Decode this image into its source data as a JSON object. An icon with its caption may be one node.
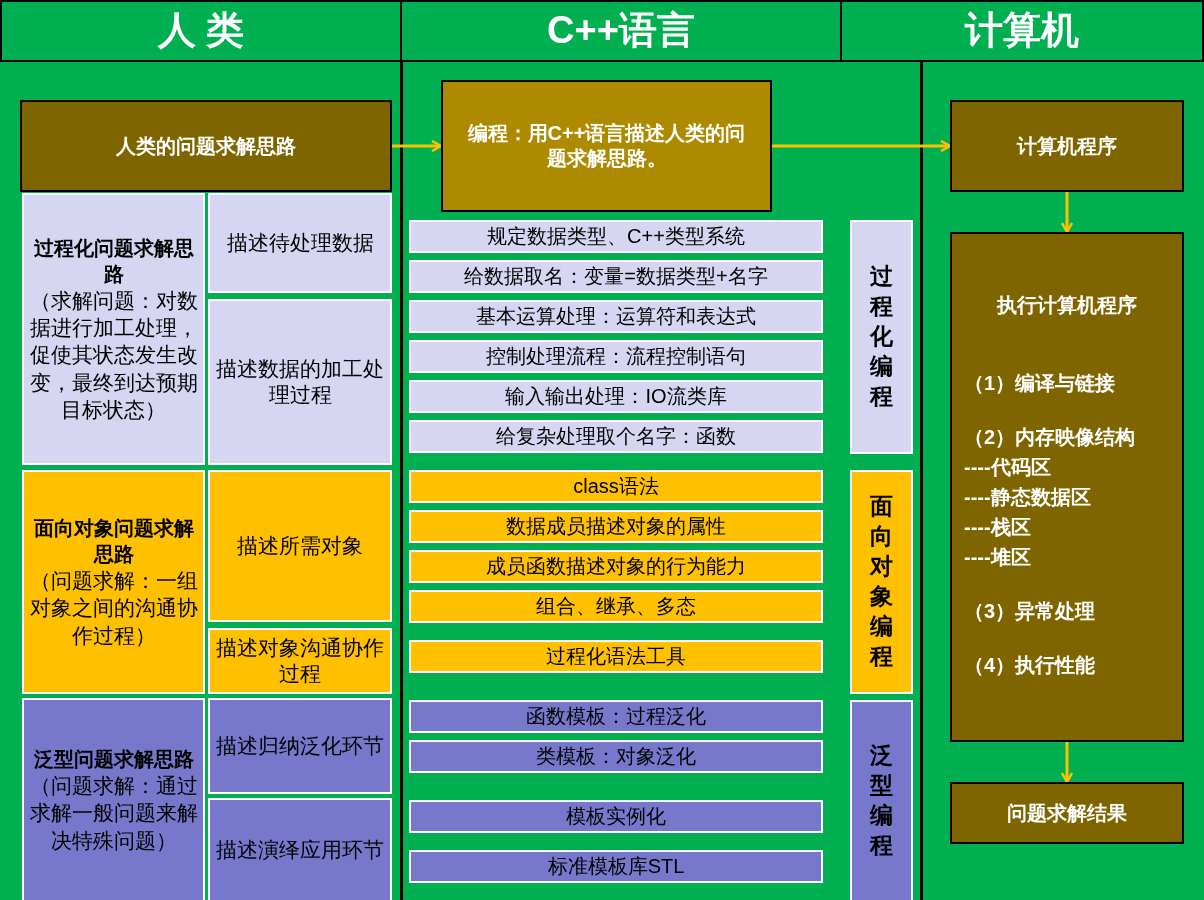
{
  "diagram": {
    "nodes": [
      {
        "text": [
          "人 类"
        ]
      },
      {
        "text": [
          "C++语言"
        ]
      },
      {
        "text": [
          "计算机"
        ]
      },
      {
        "text": [
          "人类的问题求解思路"
        ]
      },
      {
        "text": [
          "编程：用C++语言描述人类的问题求解思路。"
        ]
      },
      {
        "text": [
          "计算机程序"
        ]
      },
      {
        "text": [
          "执行计算机程序",
          "（1）编译与链接",
          "（2）内存映像结构",
          "----代码区",
          "----静态数据区",
          "----栈区",
          "----堆区",
          "（3）异常处理",
          "（4）执行性能"
        ]
      },
      {
        "text": [
          "问题求解结果"
        ]
      },
      {
        "text": [
          "过程化问题求解思路",
          "（求解问题：对数据进行加工处理，促使其状态发生改变，最终到达预期目标状态）"
        ]
      },
      {
        "text": [
          "描述待处理数据"
        ]
      },
      {
        "text": [
          "描述数据的加工处理过程"
        ]
      },
      {
        "text": [
          "面向对象问题求解思路",
          "（问题求解：一组对象之间的沟通协作过程）"
        ]
      },
      {
        "text": [
          "描述所需对象"
        ]
      },
      {
        "text": [
          "描述对象沟通协作过程"
        ]
      },
      {
        "text": [
          "泛型问题求解思路",
          "（问题求解：通过求解一般问题来解决特殊问题）"
        ]
      },
      {
        "text": [
          "描述归纳泛化环节"
        ]
      },
      {
        "text": [
          "描述演绎应用环节"
        ]
      },
      {
        "text": [
          "规定数据类型、C++类型系统"
        ]
      },
      {
        "text": [
          "给数据取名：变量=数据类型+名字"
        ]
      },
      {
        "text": [
          "基本运算处理：运算符和表达式"
        ]
      },
      {
        "text": [
          "控制处理流程：流程控制语句"
        ]
      },
      {
        "text": [
          "输入输出处理：IO流类库"
        ]
      },
      {
        "text": [
          "给复杂处理取个名字：函数"
        ]
      },
      {
        "text": [
          "过程化编程"
        ]
      },
      {
        "text": [
          "class语法"
        ]
      },
      {
        "text": [
          "数据成员描述对象的属性"
        ]
      },
      {
        "text": [
          "成员函数描述对象的行为能力"
        ]
      },
      {
        "text": [
          "组合、继承、多态"
        ]
      },
      {
        "text": [
          "过程化语法工具"
        ]
      },
      {
        "text": [
          "面向对象编程"
        ]
      },
      {
        "text": [
          "函数模板：过程泛化"
        ]
      },
      {
        "text": [
          "类模板：对象泛化"
        ]
      },
      {
        "text": [
          "模板实例化"
        ]
      },
      {
        "text": [
          "标准模板库STL"
        ]
      },
      {
        "text": [
          "泛型编程"
        ]
      }
    ],
    "edges": [
      {
        "from": 3,
        "to": 4,
        "arrow": "to"
      },
      {
        "from": 4,
        "to": 5,
        "arrow": "to"
      },
      {
        "from": 5,
        "to": 6,
        "arrow": "to"
      },
      {
        "from": 6,
        "to": 7,
        "arrow": "to"
      }
    ]
  }
}
